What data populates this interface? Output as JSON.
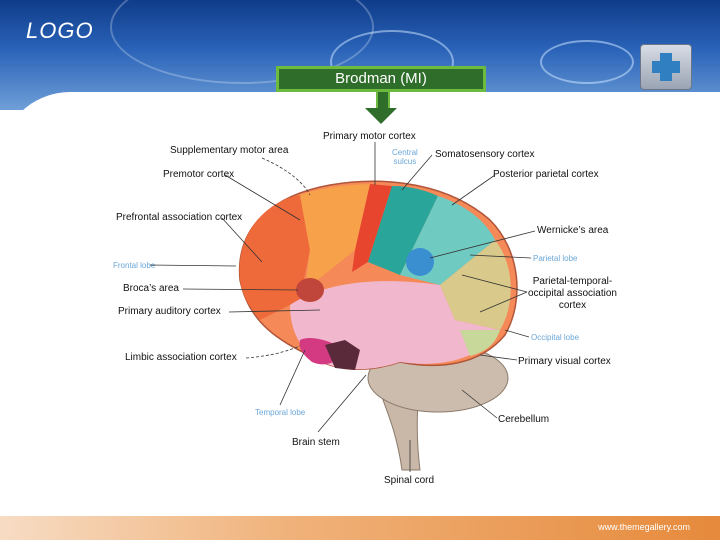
{
  "slide": {
    "logo": "LOGO",
    "title": "Brodman (MI)",
    "footer": "www.themegallery.com"
  },
  "labels": {
    "primary_motor_cortex": "Primary motor cortex",
    "central_sulcus_line1": "Central",
    "central_sulcus_line2": "sulcus",
    "supplementary_motor_area": "Supplementary motor area",
    "somatosensory_cortex": "Somatosensory cortex",
    "premotor_cortex": "Premotor cortex",
    "posterior_parietal_cortex": "Posterior parietal cortex",
    "prefrontal_association_cortex": "Prefrontal association cortex",
    "wernickes_area": "Wernicke’s area",
    "frontal_lobe": "Frontal lobe",
    "parietal_lobe": "Parietal lobe",
    "brocas_area": "Broca’s area",
    "parietal_temporal_line1": "Parietal-temporal-",
    "parietal_temporal_line2": "occipital association",
    "parietal_temporal_line3": "cortex",
    "primary_auditory_cortex": "Primary auditory cortex",
    "occipital_lobe": "Occipital lobe",
    "limbic_association_cortex": "Limbic association cortex",
    "primary_visual_cortex": "Primary visual cortex",
    "temporal_lobe": "Temporal lobe",
    "cerebellum": "Cerebellum",
    "brain_stem": "Brain stem",
    "spinal_cord": "Spinal cord"
  }
}
